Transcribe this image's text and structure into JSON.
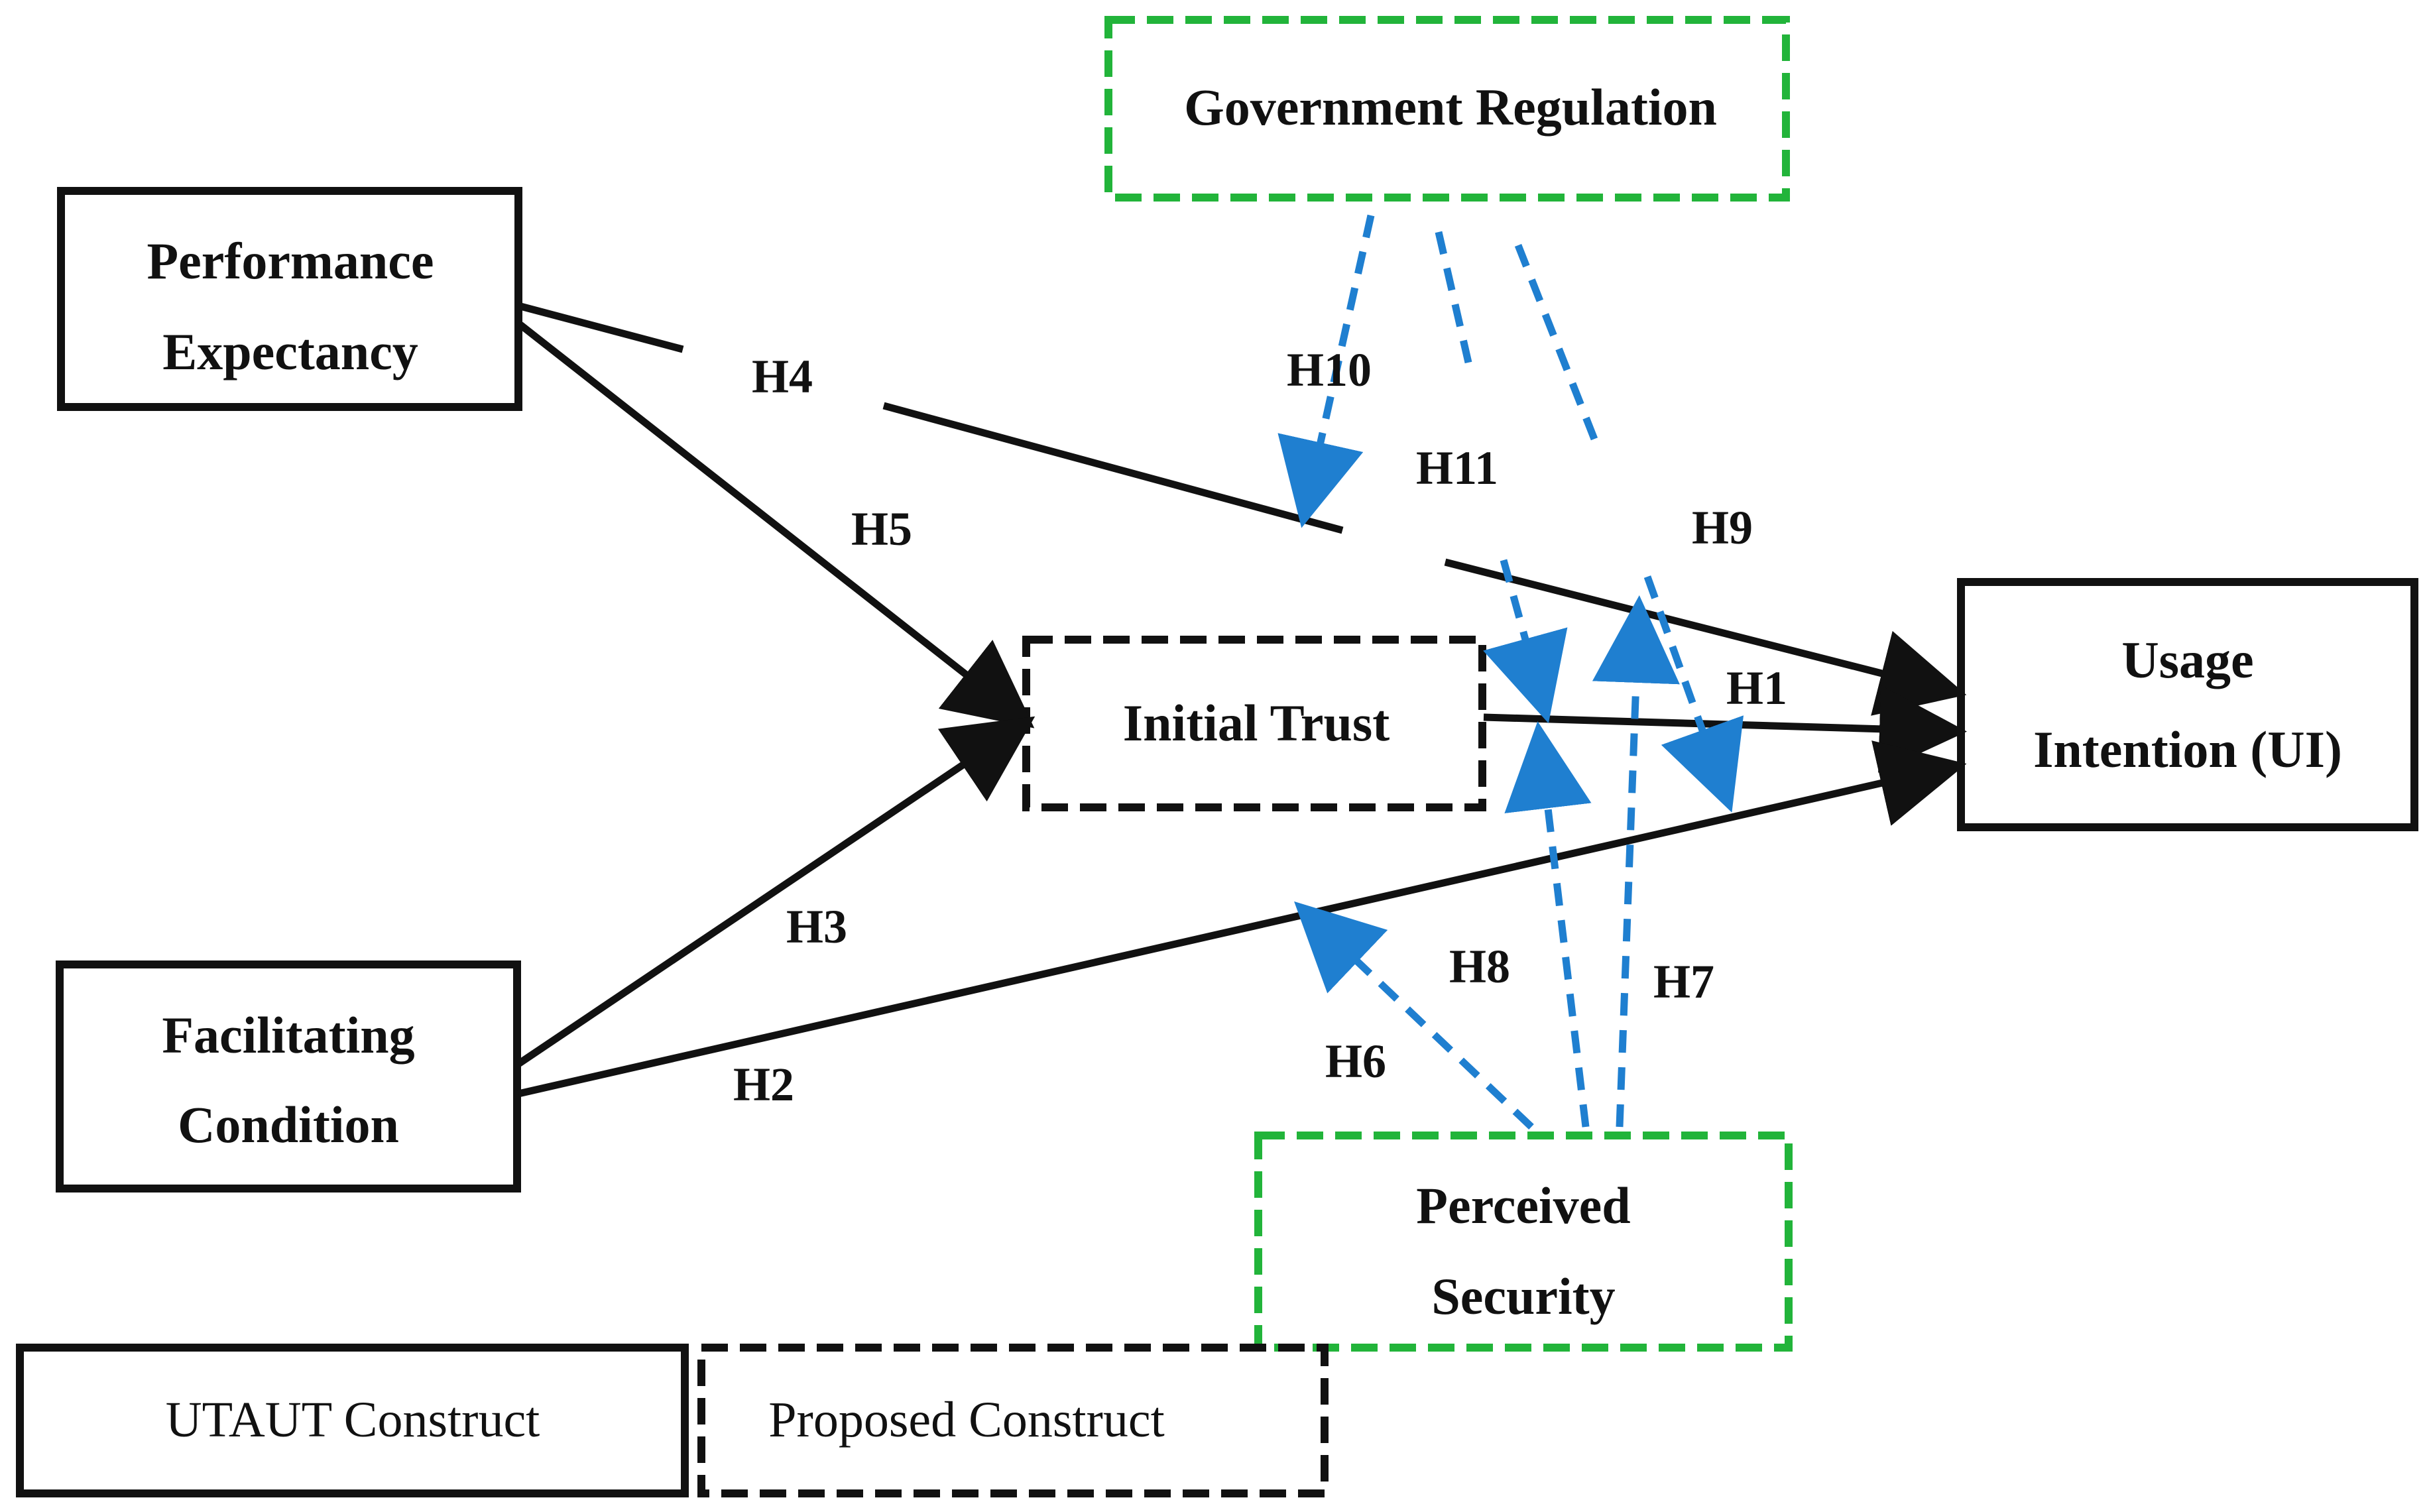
{
  "constructs": {
    "government_regulation": "Government Regulation",
    "performance_expectancy": {
      "line1": "Performance",
      "line2": "Expectancy"
    },
    "initial_trust": "Initial Trust",
    "usage_intention": {
      "line1": "Usage",
      "line2": "Intention (UI)"
    },
    "facilitating_condition": {
      "line1": "Facilitating",
      "line2": "Condition"
    },
    "perceived_security": {
      "line1": "Perceived",
      "line2": "Security"
    }
  },
  "hypotheses": {
    "h1": "H1",
    "h2": "H2",
    "h3": "H3",
    "h4": "H4",
    "h5": "H5",
    "h6": "H6",
    "h7": "H7",
    "h8": "H8",
    "h9": "H9",
    "h10": "H10",
    "h11": "H11"
  },
  "legend": {
    "utaut": "UTAUT Construct",
    "proposed": "Proposed Construct"
  },
  "colors": {
    "solid_path": "#111111",
    "moderator_path": "#1f7fd0",
    "moderator_box": "#22b43a",
    "proposed_box": "#111111"
  }
}
